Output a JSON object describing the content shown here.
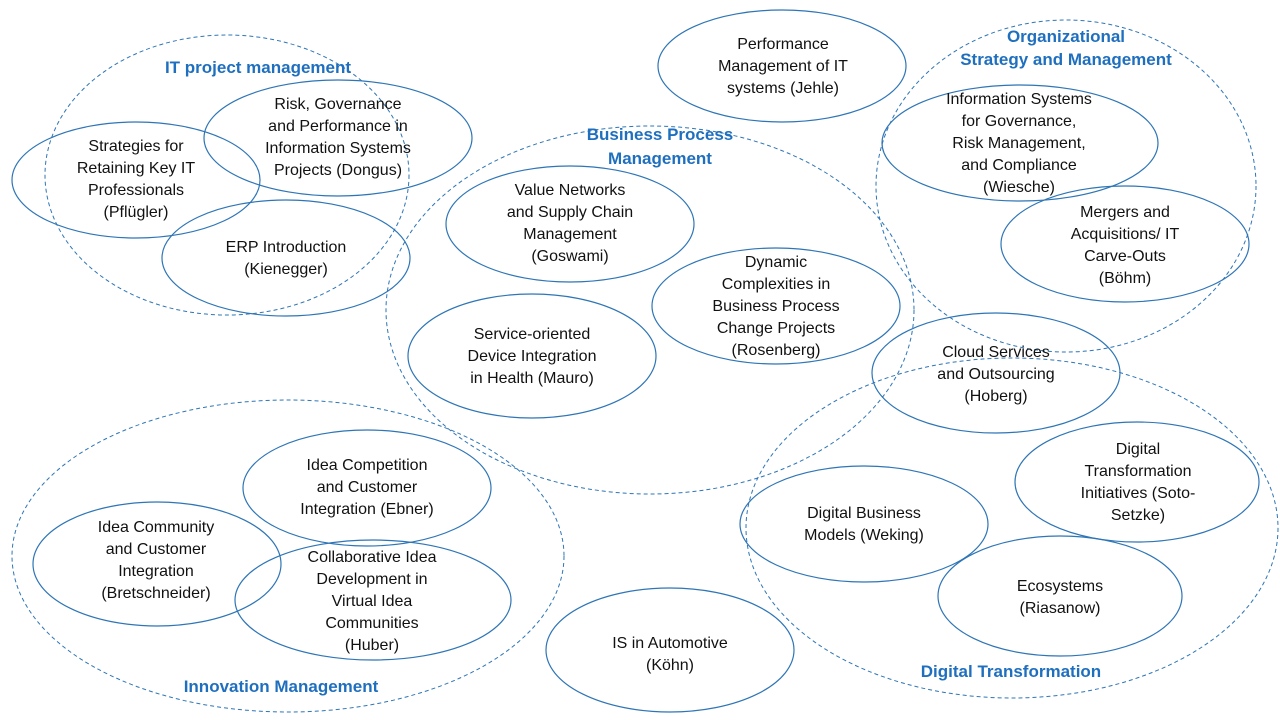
{
  "colors": {
    "accent": "#2e75b6",
    "cluster_text": "#1f6fbf",
    "topic_text": "#111111",
    "background": "#ffffff"
  },
  "clusters": [
    {
      "id": "it-project-management",
      "lines": [
        "IT project management"
      ]
    },
    {
      "id": "business-process-management",
      "lines": [
        "Business Process",
        "Management"
      ]
    },
    {
      "id": "organizational-strategy",
      "lines": [
        "Organizational",
        "Strategy and Management"
      ]
    },
    {
      "id": "innovation-management",
      "lines": [
        "Innovation Management"
      ]
    },
    {
      "id": "digital-transformation",
      "lines": [
        "Digital Transformation"
      ]
    }
  ],
  "topics": [
    {
      "id": "risk-governance",
      "lines": [
        "Risk, Governance",
        "and Performance in",
        "Information Systems",
        "Projects (Dongus)"
      ]
    },
    {
      "id": "strategies-retaining",
      "lines": [
        "Strategies for",
        "Retaining Key IT",
        "Professionals",
        "(Pflügler)"
      ]
    },
    {
      "id": "erp-introduction",
      "lines": [
        "ERP Introduction",
        "(Kienegger)"
      ]
    },
    {
      "id": "performance-management",
      "lines": [
        "Performance",
        "Management of IT",
        "systems (Jehle)"
      ]
    },
    {
      "id": "value-networks",
      "lines": [
        "Value Networks",
        "and Supply Chain",
        "Management",
        "(Goswami)"
      ]
    },
    {
      "id": "dynamic-complexities",
      "lines": [
        "Dynamic",
        "Complexities in",
        "Business Process",
        "Change Projects",
        "(Rosenberg)"
      ]
    },
    {
      "id": "service-oriented",
      "lines": [
        "Service-oriented",
        "Device Integration",
        "in Health (Mauro)"
      ]
    },
    {
      "id": "information-systems-governance",
      "lines": [
        "Information Systems",
        "for Governance,",
        "Risk Management,",
        "and Compliance",
        "(Wiesche)"
      ]
    },
    {
      "id": "mergers-acquisitions",
      "lines": [
        "Mergers and",
        "Acquisitions/ IT",
        "Carve-Outs",
        "(Böhm)"
      ]
    },
    {
      "id": "cloud-services",
      "lines": [
        "Cloud Services",
        "and Outsourcing",
        "(Hoberg)"
      ]
    },
    {
      "id": "idea-competition",
      "lines": [
        "Idea Competition",
        "and Customer",
        "Integration (Ebner)"
      ]
    },
    {
      "id": "idea-community",
      "lines": [
        "Idea Community",
        "and Customer",
        "Integration",
        "(Bretschneider)"
      ]
    },
    {
      "id": "collaborative-idea",
      "lines": [
        "Collaborative Idea",
        "Development in",
        "Virtual Idea",
        "Communities",
        "(Huber)"
      ]
    },
    {
      "id": "is-automotive",
      "lines": [
        "IS in Automotive",
        "(Köhn)"
      ]
    },
    {
      "id": "digital-transformation-initiatives",
      "lines": [
        "Digital",
        "Transformation",
        "Initiatives (Soto-",
        "Setzke)"
      ]
    },
    {
      "id": "digital-business-models",
      "lines": [
        "Digital Business",
        "Models (Weking)"
      ]
    },
    {
      "id": "ecosystems",
      "lines": [
        "Ecosystems",
        "(Riasanow)"
      ]
    }
  ]
}
